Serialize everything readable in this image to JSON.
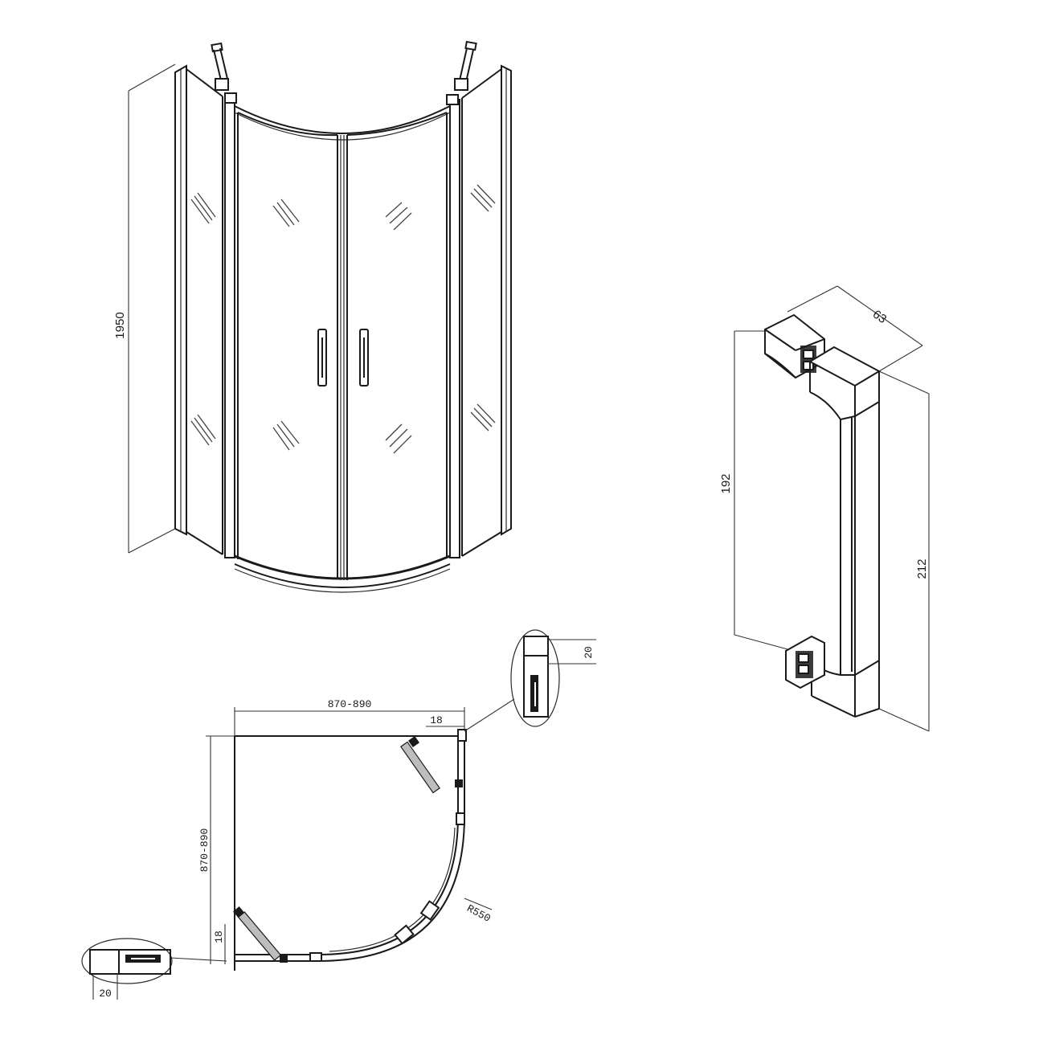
{
  "dimensions": {
    "height_enclosure": "1950",
    "handle_width": "63",
    "handle_inner_length": "192",
    "handle_total_length": "212",
    "plan_width": "870-890",
    "plan_depth": "870-890",
    "profile_top": "18",
    "profile_left": "18",
    "radius": "R550",
    "detail_top_dim": "20",
    "detail_bottom_dim": "20"
  }
}
